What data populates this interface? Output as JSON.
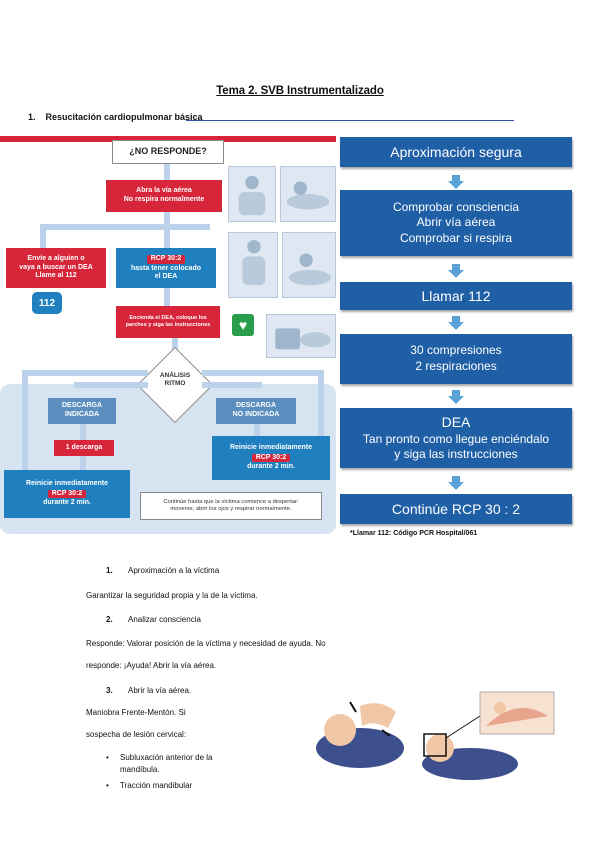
{
  "title": "Tema 2. SVB Instrumentalizado",
  "section": {
    "num": "1.",
    "label": "Resucitación cardiopulmonar básica"
  },
  "flow": {
    "no_responde": "¿NO RESPONDE?",
    "abra": [
      "Abra la vía aérea",
      "No respira normalmente"
    ],
    "envie": [
      "Envíe a alguien o",
      "vaya a buscar un DEA",
      "Llame al 112"
    ],
    "phone": "112",
    "rcp_top": [
      "RCP 30:2",
      "hasta tener colocado",
      "el DEA"
    ],
    "encienda": [
      "Encienda el DEA, coloque los",
      "parches y siga las instrucciones"
    ],
    "analisis": [
      "ANÁLISIS",
      "RITMO"
    ],
    "descarga_ind": [
      "DESCARGA",
      "INDICADA"
    ],
    "descarga_no": [
      "DESCARGA",
      "NO INDICADA"
    ],
    "una_descarga": "1 descarga",
    "reinicie": "Reinicie inmediatamente",
    "rcp": "RCP 30:2",
    "durante": "durante 2 min.",
    "continue": [
      "Continúe hasta que la víctima comience a despertar:",
      "moverse, abrir los ojos y respirar normalmente."
    ]
  },
  "right": {
    "boxes": [
      [
        "Aproximación segura"
      ],
      [
        "Comprobar consciencia",
        "Abrir vía aérea",
        "Comprobar si respira"
      ],
      [
        "Llamar 112"
      ],
      [
        "30 compresiones",
        "2 respiraciones"
      ],
      [
        "DEA",
        "Tan pronto como llegue enciéndalo",
        "y siga las instrucciones"
      ],
      [
        "Continúe RCP 30 : 2"
      ]
    ],
    "note": "*Llamar 112: Código PCR Hospital/061"
  },
  "steps": {
    "s1": {
      "n": "1.",
      "label": "Aproximación a la víctima"
    },
    "s1_text": "Garantizar la seguridad propia y la de la víctima.",
    "s2": {
      "n": "2.",
      "label": "Analizar consciencia"
    },
    "s2_text_1": "Responde: Valorar posición de la víctima y necesidad de ayuda. No",
    "s2_text_2": "responde: ¡Ayuda! Abrir la vía aérea.",
    "s3": {
      "n": "3.",
      "label": "Abrir la vía aérea."
    },
    "s3_text_1": "Maniobra Frente-Mentón. Si",
    "s3_text_2": "sospecha de lesión cervical:",
    "bullets": [
      "Subluxación anterior de la",
      "mandíbula.",
      "Tracción mandibular"
    ]
  },
  "colors": {
    "red": "#d7263a",
    "blue": "#1f7fbf",
    "navy": "#1f5fa6",
    "light": "#d6e3f1"
  }
}
